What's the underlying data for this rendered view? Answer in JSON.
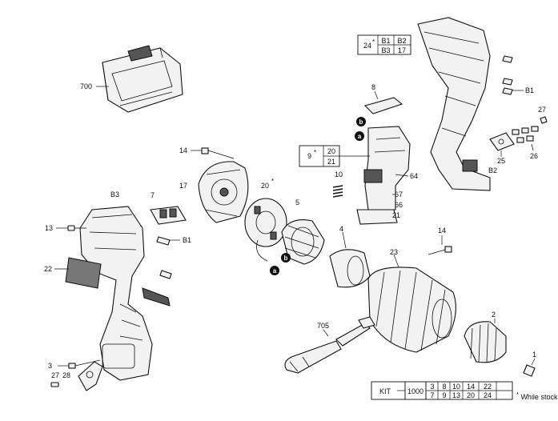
{
  "labels": {
    "kit_case": "700",
    "screw_top": "14",
    "motor_cover": "17",
    "brush_holder": "20",
    "brush_holder_star": "*",
    "motor": "5",
    "magnet_ring": "4",
    "gearbox": "23",
    "chuck": "2",
    "chuck_screw": "1",
    "screw_right": "14",
    "side_handle": "705",
    "label_plate": "7",
    "pin_b1_left": "B1",
    "housing_b3": "B3",
    "screw_13": "13",
    "nameplate": "22",
    "screw_3": "3",
    "screw_27_left": "27",
    "belt_clip": "28",
    "trigger_button": "8",
    "spring": "10",
    "switch_64": "64",
    "switch_67": "67",
    "switch_66": "66",
    "switch_21": "21",
    "pin_b1_right": "B1",
    "screw_27_right": "27",
    "led_26": "26",
    "led_25": "25",
    "housing_b2": "B2"
  },
  "badges": {
    "a": "a",
    "b": "b"
  },
  "housing_kit": {
    "id": "24",
    "star": "*",
    "row1": [
      "B1",
      "B2"
    ],
    "row2": [
      "B3",
      "17"
    ]
  },
  "switch_kit": {
    "id": "9",
    "star": "*",
    "row1": "20",
    "row2": "21"
  },
  "kit_table": {
    "label": "KIT",
    "code": "1000",
    "row1": [
      "3",
      "8",
      "10",
      "14",
      "22"
    ],
    "row2": [
      "7",
      "9",
      "13",
      "20",
      "24"
    ]
  },
  "footnote": {
    "star": "*",
    "text": "While stock"
  }
}
